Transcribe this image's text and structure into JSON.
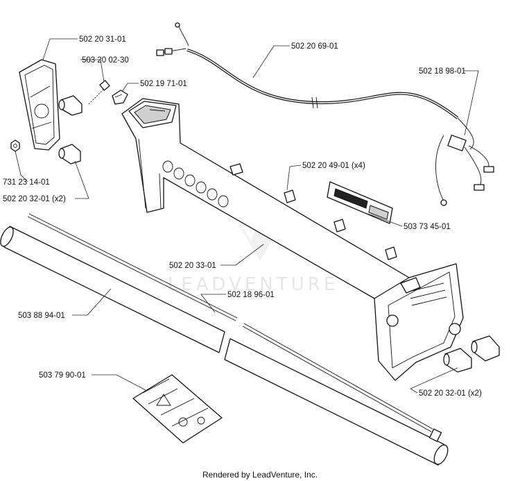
{
  "diagram": {
    "watermark": "LEADVENTURE",
    "footer": "Rendered by LeadVenture, Inc.",
    "labels": [
      {
        "id": "p1",
        "text": "502 20 31-01"
      },
      {
        "id": "p2",
        "text": "503 20 02-30"
      },
      {
        "id": "p3",
        "text": "502 19 71-01"
      },
      {
        "id": "p4",
        "text": "502 20 69-01"
      },
      {
        "id": "p5",
        "text": "502 18 98-01"
      },
      {
        "id": "p6",
        "text": "502 20 49-01 (x4)"
      },
      {
        "id": "p7",
        "text": "731 23 14-01"
      },
      {
        "id": "p8",
        "text": "502 20 32-01 (x2)"
      },
      {
        "id": "p9",
        "text": "503 73 45-01"
      },
      {
        "id": "p10",
        "text": "502 20 33-01"
      },
      {
        "id": "p11",
        "text": "502 18 96-01"
      },
      {
        "id": "p12",
        "text": "503 88 94-01"
      },
      {
        "id": "p13",
        "text": "503 79 90-01"
      },
      {
        "id": "p14",
        "text": "502 20 32-01 (x2)"
      }
    ]
  }
}
